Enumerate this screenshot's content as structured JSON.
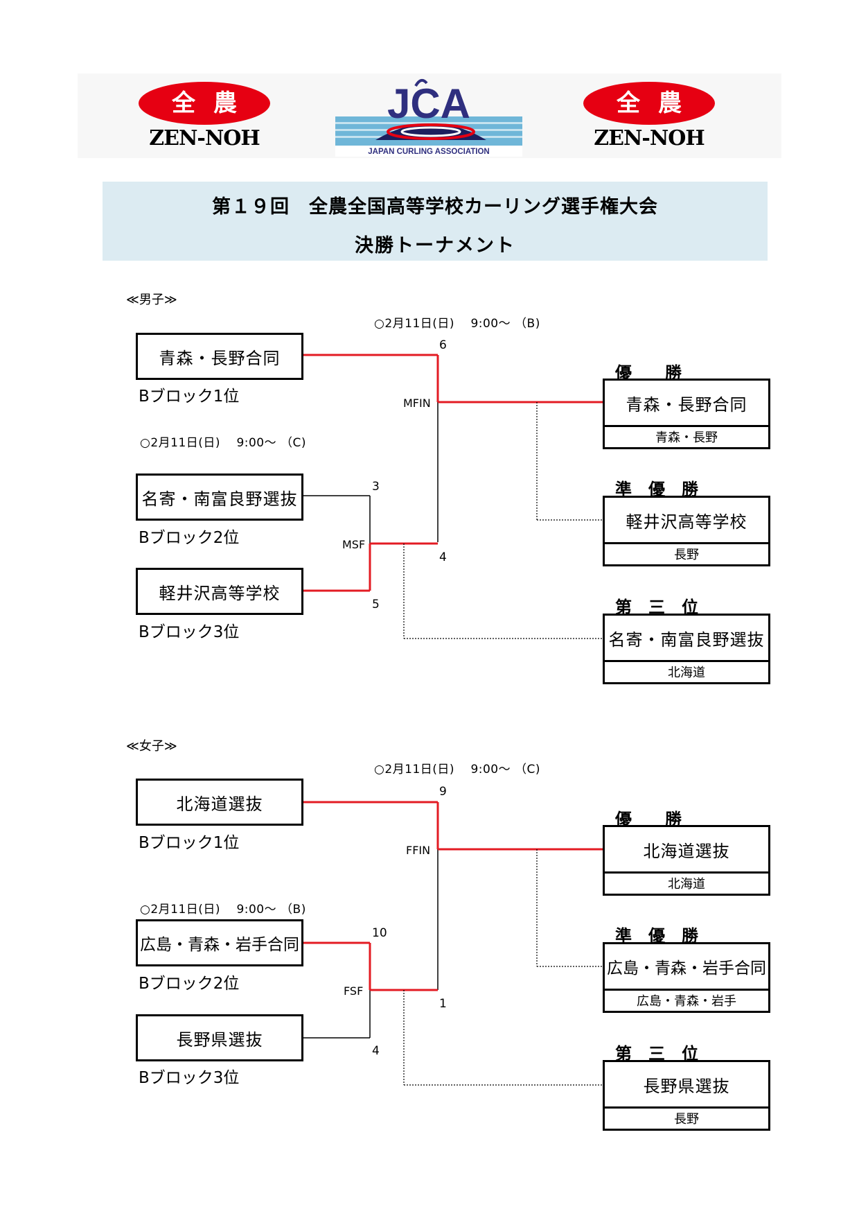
{
  "logos": {
    "left": {
      "mark": "全農",
      "word": "ZEN-NOH"
    },
    "center": {
      "mark": "JCA",
      "caption": "JAPAN CURLING ASSOCIATION"
    },
    "right": {
      "mark": "全農",
      "word": "ZEN-NOH"
    }
  },
  "title": {
    "line1": "第１９回　全農全国高等学校カーリング選手権大会",
    "line2": "決勝トーナメント"
  },
  "colors": {
    "winner_line": "#e31b23",
    "title_bg": "#dcebf2",
    "zennoh_red": "#e60012",
    "jca_navy": "#2f2f7f"
  },
  "boys": {
    "heading": "≪男子≫",
    "final_schedule": "○2月11日(日)　 9:00～ （B)",
    "semi_schedule": "○2月11日(日)　 9:00～ （C)",
    "teams": [
      {
        "name": "青森・長野合同",
        "block": "Bブロック1位"
      },
      {
        "name": "名寄・南富良野選抜",
        "block": "Bブロック2位"
      },
      {
        "name": "軽井沢高等学校",
        "block": "Bブロック3位"
      }
    ],
    "semi": {
      "code": "MSF",
      "score_top": "3",
      "score_bottom": "5"
    },
    "final": {
      "code": "MFIN",
      "score_top": "6",
      "score_bottom": "4"
    },
    "results": [
      {
        "place": "優　　勝",
        "name": "青森・長野合同",
        "pref": "青森・長野"
      },
      {
        "place": "準　優　勝",
        "name": "軽井沢高等学校",
        "pref": "長野"
      },
      {
        "place": "第　三　位",
        "name": "名寄・南富良野選抜",
        "pref": "北海道"
      }
    ]
  },
  "girls": {
    "heading": "≪女子≫",
    "final_schedule": "○2月11日(日)　 9:00～ （C)",
    "semi_schedule": "○2月11日(日)　 9:00～ （B)",
    "teams": [
      {
        "name": "北海道選抜",
        "block": "Bブロック1位"
      },
      {
        "name": "広島・青森・岩手合同",
        "block": "Bブロック2位"
      },
      {
        "name": "長野県選抜",
        "block": "Bブロック3位"
      }
    ],
    "semi": {
      "code": "FSF",
      "score_top": "10",
      "score_bottom": "4"
    },
    "final": {
      "code": "FFIN",
      "score_top": "9",
      "score_bottom": "1"
    },
    "results": [
      {
        "place": "優　　勝",
        "name": "北海道選抜",
        "pref": "北海道"
      },
      {
        "place": "準　優　勝",
        "name": "広島・青森・岩手合同",
        "pref": "広島・青森・岩手"
      },
      {
        "place": "第　三　位",
        "name": "長野県選抜",
        "pref": "長野"
      }
    ]
  }
}
